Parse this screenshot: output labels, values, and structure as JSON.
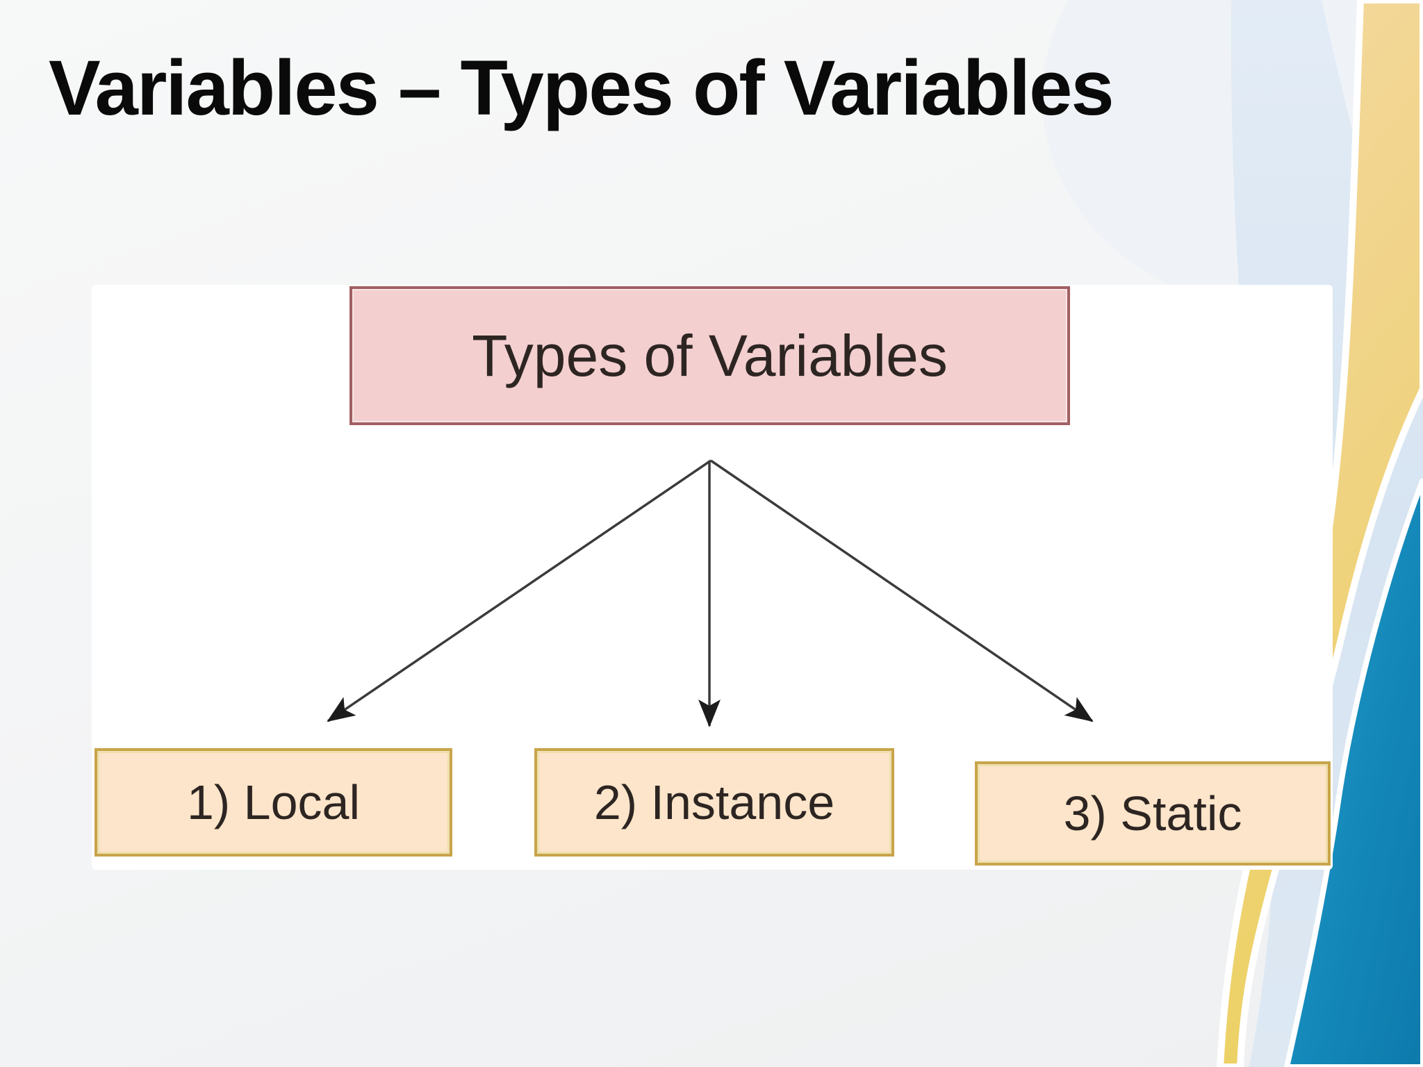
{
  "slide": {
    "title": "Variables – Types of Variables",
    "diagram": {
      "root": {
        "label": "Types of Variables"
      },
      "children": [
        {
          "label": "1) Local"
        },
        {
          "label": "2) Instance"
        },
        {
          "label": "3) Static"
        }
      ]
    },
    "colors": {
      "background": "#f4f5f6",
      "panel": "#ffffff",
      "root_fill": "#f3cfd0",
      "root_border": "#a15f63",
      "child_fill": "#fce5ca",
      "child_border": "#c8a44a",
      "child_inner": "#eedfae",
      "arrow": "#3b3b3b",
      "title_color": "#0a0a0a",
      "box_text": "#2d2522",
      "swoosh_tan": "#f2d69e",
      "swoosh_yellow": "#ecd162",
      "swoosh_pale_blue": "#dde8f3",
      "swoosh_teal_light": "#2aa5d2",
      "swoosh_teal_dark": "#0e7bad"
    }
  }
}
